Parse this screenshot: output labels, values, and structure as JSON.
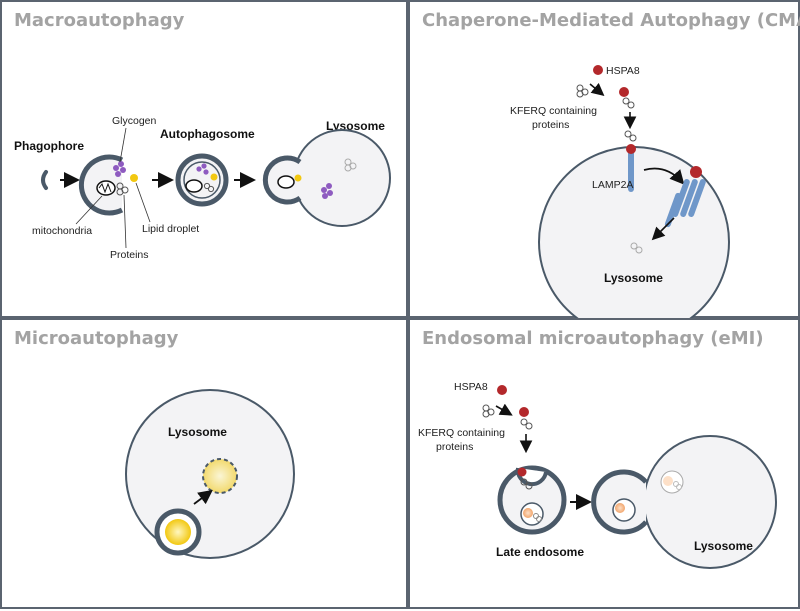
{
  "panels": {
    "macro": {
      "title": "Macroautophagy",
      "labels": {
        "phagophore": "Phagophore",
        "glycogen": "Glycogen",
        "autophagosome": "Autophagosome",
        "lysosome": "Lysosome",
        "mitochondria": "mitochondria",
        "lipid_droplet": "Lipid droplet",
        "proteins": "Proteins"
      }
    },
    "cma": {
      "title": "Chaperone-Mediated Autophagy (CMA)",
      "labels": {
        "hspa8": "HSPA8",
        "kferq_line1": "KFERQ containing",
        "kferq_line2": "proteins",
        "lamp2a": "LAMP2A",
        "lysosome": "Lysosome"
      }
    },
    "micro": {
      "title": "Microautophagy",
      "labels": {
        "lysosome": "Lysosome"
      }
    },
    "emi": {
      "title": "Endosomal microautophagy (eMI)",
      "labels": {
        "hspa8": "HSPA8",
        "kferq_line1": "KFERQ containing",
        "kferq_line2": "proteins",
        "late_endosome": "Late endosome",
        "lysosome": "Lysosome"
      }
    }
  },
  "colors": {
    "border": "#5b6470",
    "title": "#a3a3a3",
    "membrane": "#4a5968",
    "lumen": "#f3f3f5",
    "chaperone": "#b3282b",
    "lamp2a": "#6f97c9",
    "glycogen": "#8e5bc0",
    "lipid": "#f2c811"
  }
}
